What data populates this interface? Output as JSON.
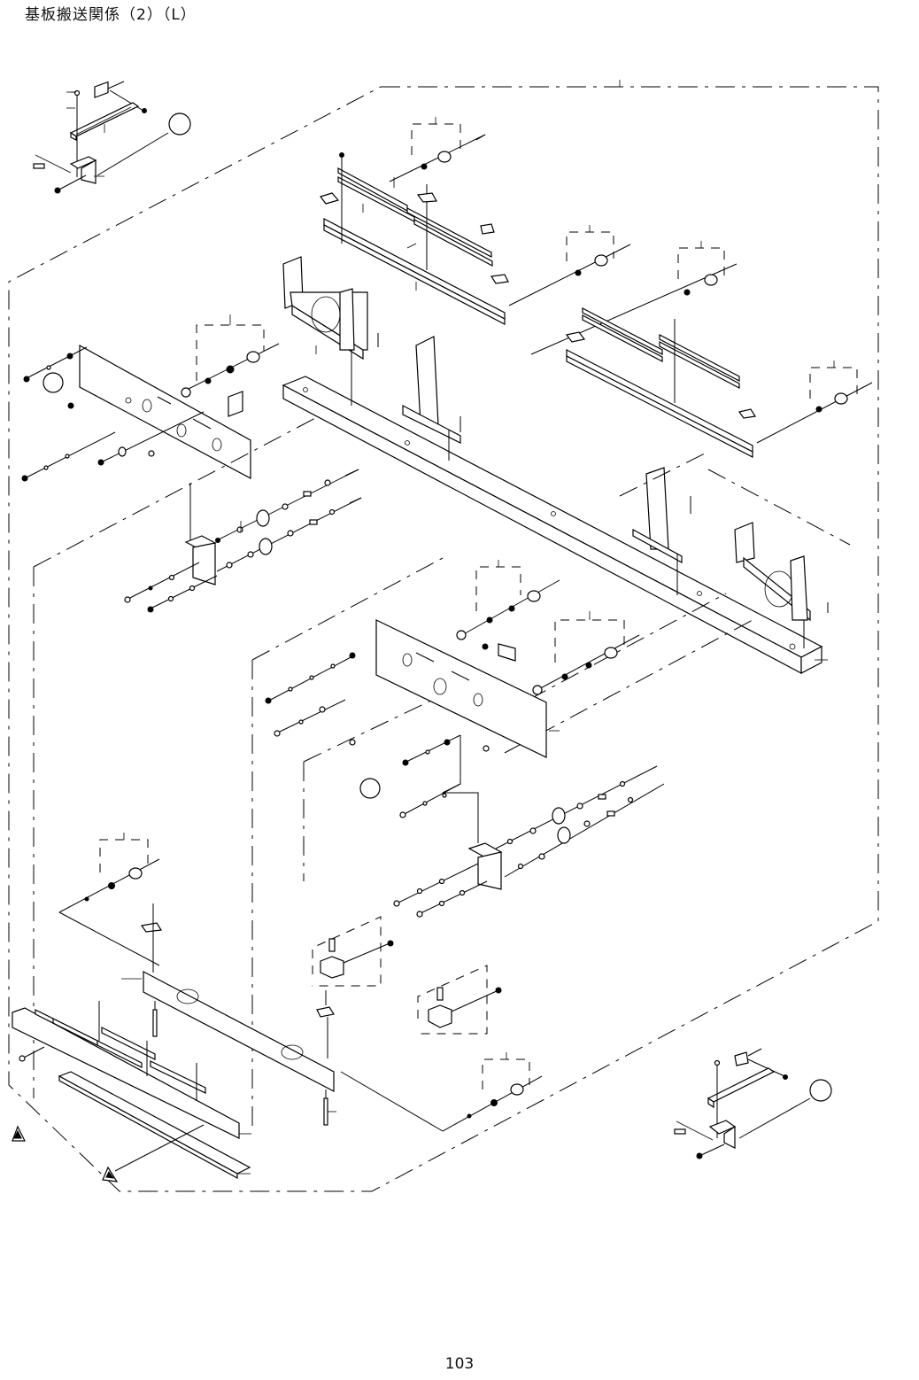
{
  "page": {
    "title": "基板搬送関係（2）（L）",
    "page_number": "103"
  },
  "diagram": {
    "type": "exploded-parts-diagram",
    "subject": "基板搬送関係（2）（L）",
    "callout_numbers_shown": false,
    "assemblies": [
      {
        "name": "sensor-bracket-assembly-top-left"
      },
      {
        "name": "rail-assembly-upper-middle"
      },
      {
        "name": "rail-assembly-upper-right"
      },
      {
        "name": "side-plate-left"
      },
      {
        "name": "motor-bracket-stands"
      },
      {
        "name": "base-beam"
      },
      {
        "name": "pulley-shaft-assembly-left"
      },
      {
        "name": "side-plate-middle"
      },
      {
        "name": "pulley-shaft-assembly-right"
      },
      {
        "name": "conveyor-guide-plates-bottom"
      },
      {
        "name": "stopper-block-assemblies"
      },
      {
        "name": "sensor-bracket-assembly-bottom-right"
      }
    ],
    "markers": [
      {
        "name": "reference-circle",
        "count": 4
      },
      {
        "name": "warning-triangle",
        "count": 2
      }
    ]
  }
}
